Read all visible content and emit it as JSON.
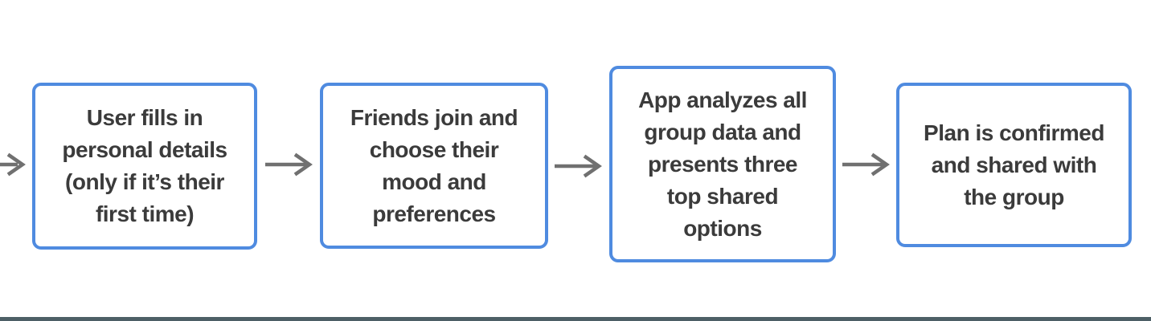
{
  "diagram": {
    "type": "flowchart",
    "direction": "left-to-right",
    "steps": [
      {
        "label": "User fills in\npersonal details\n(only if it’s their\nfirst time)"
      },
      {
        "label": "Friends join and\nchoose their\nmood and\npreferences"
      },
      {
        "label": "App analyzes all\ngroup data and\npresents three\ntop shared\noptions"
      },
      {
        "label": "Plan is confirmed\nand shared with\nthe group"
      }
    ],
    "connectors": [
      {
        "name": "incoming-arrow"
      },
      {
        "name": "arrow-step1-to-step2"
      },
      {
        "name": "arrow-step2-to-step3"
      },
      {
        "name": "arrow-step3-to-step4"
      }
    ],
    "colors": {
      "box_border": "#4f8be0",
      "box_fill": "#ffffff",
      "step_text": "#3b3b3b",
      "arrow": "#707070",
      "bottom_rule": "#4d5f66",
      "background": "#ffffff"
    }
  }
}
